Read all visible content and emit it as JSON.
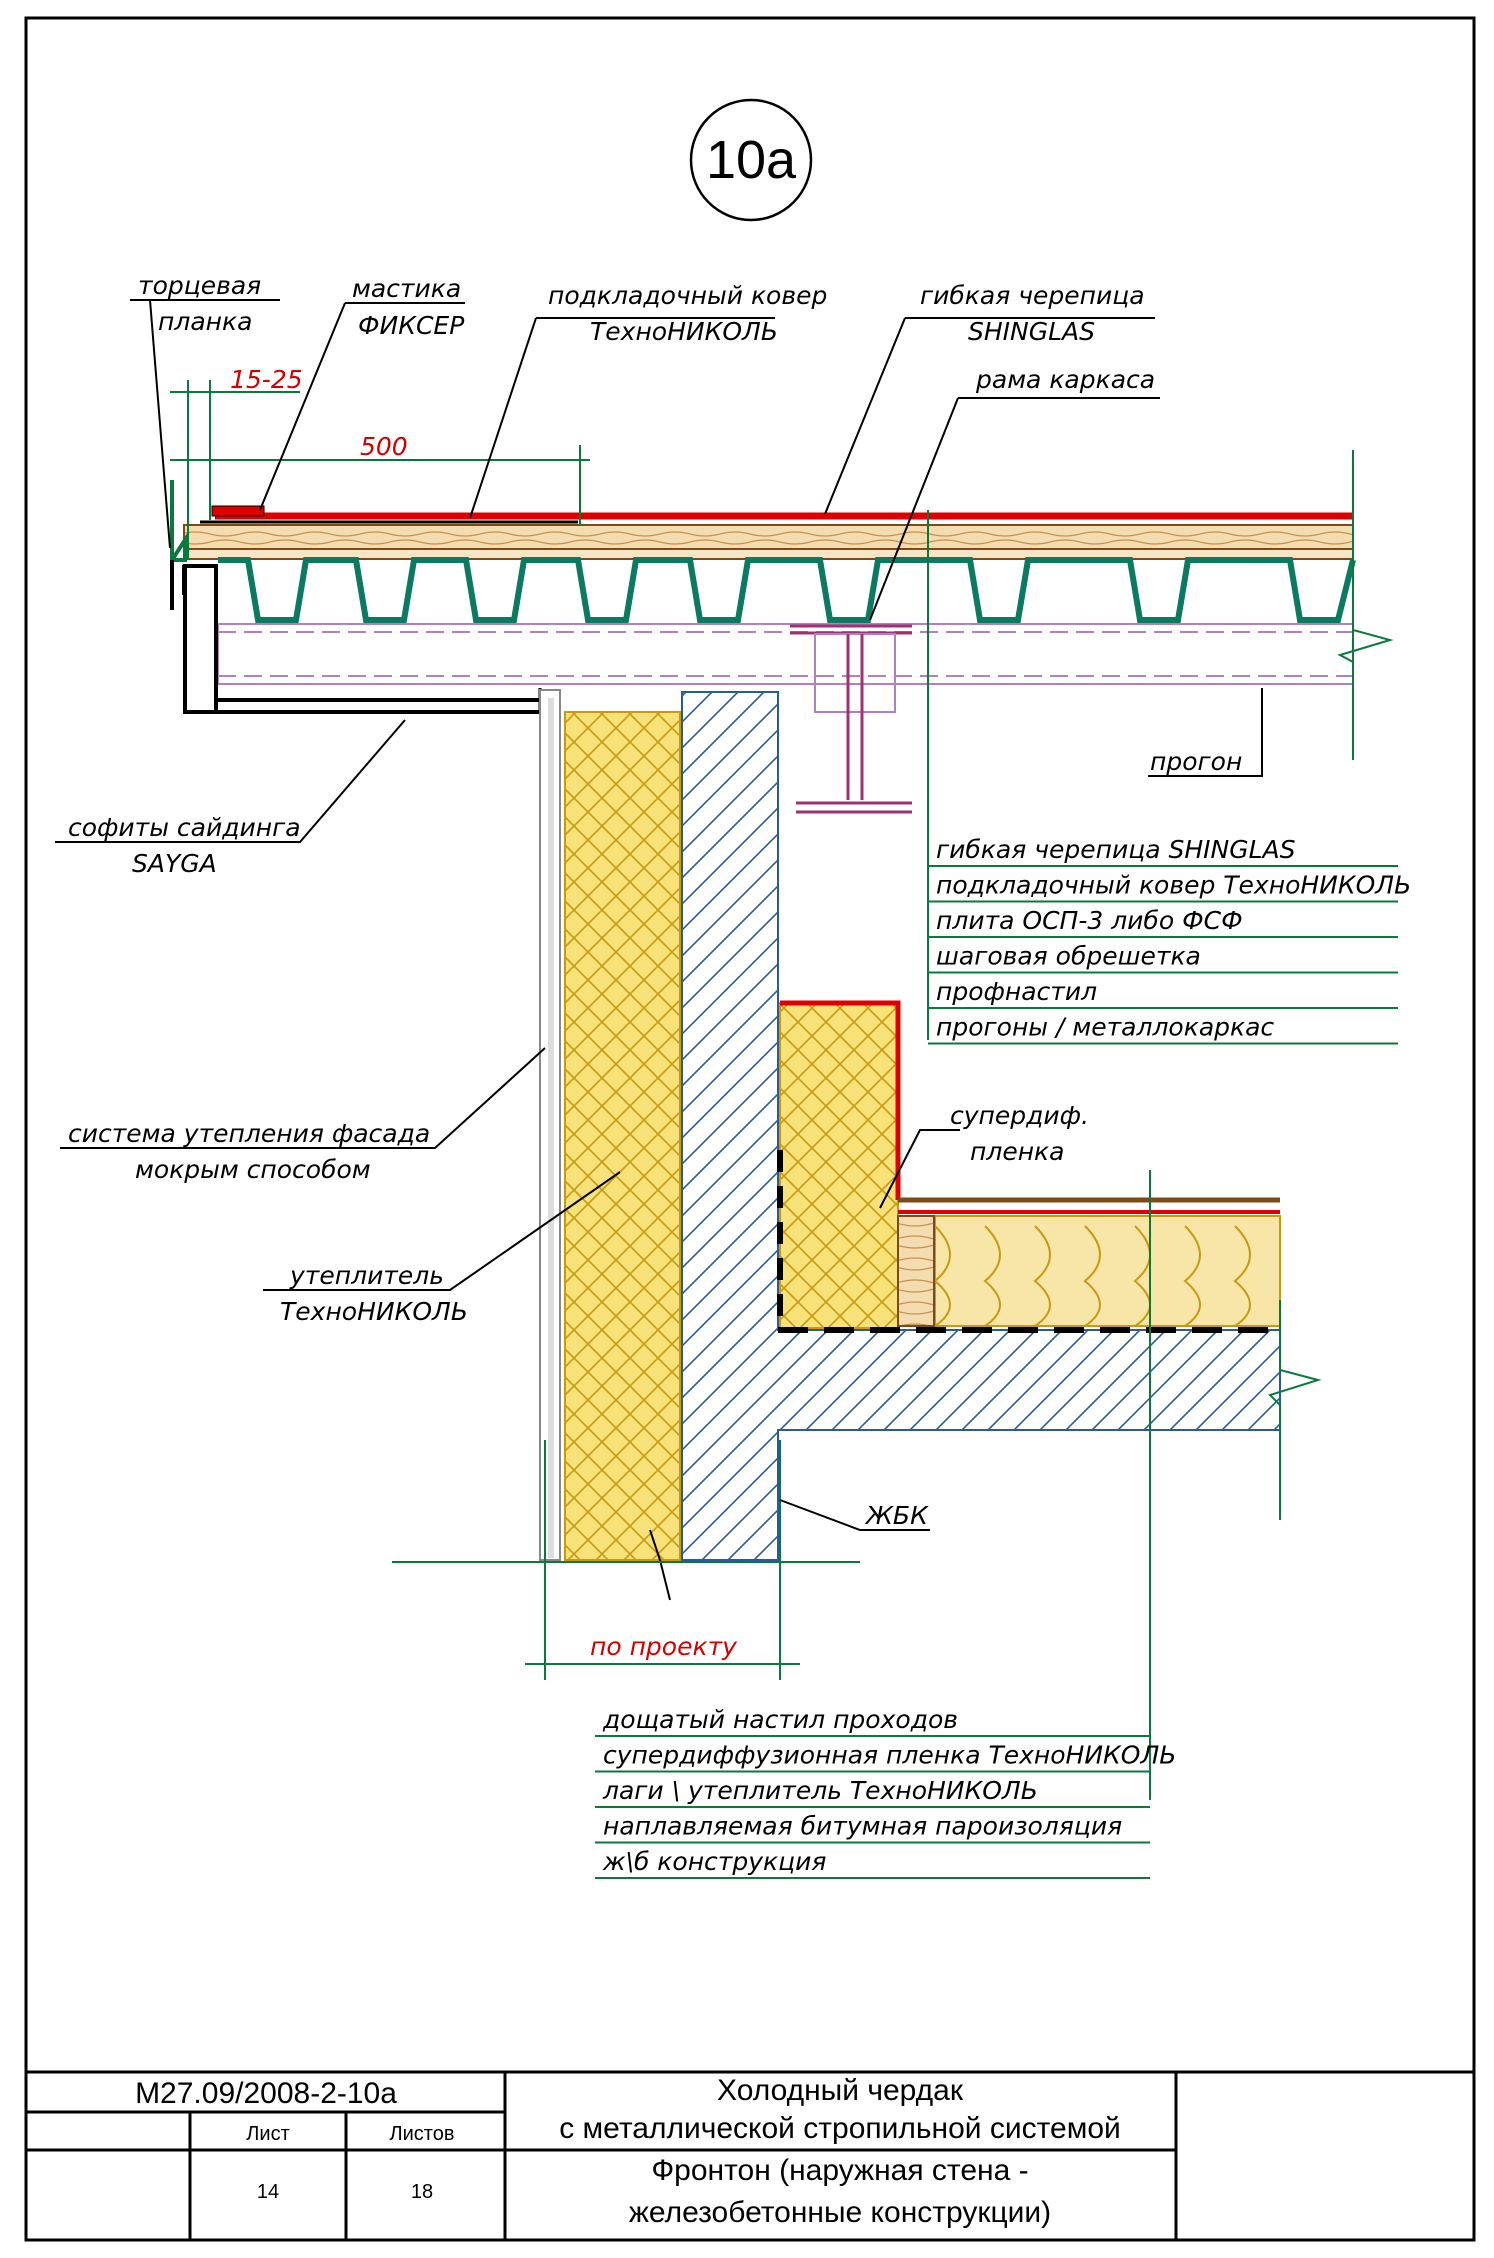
{
  "detail_number": "10a",
  "callouts": {
    "end_strip": [
      "торцевая",
      "планка"
    ],
    "mastic": [
      "мастика",
      "ФИКСЕР"
    ],
    "underlay": [
      "подкладочный ковер",
      "ТехноНИКОЛЬ"
    ],
    "shingles": [
      "гибкая черепица",
      "SHINGLAS"
    ],
    "frame": "рама каркаса",
    "purlin": "прогон",
    "soffit": [
      "софиты сайдинга",
      "SAYGA"
    ],
    "facade_system": [
      "система утепления фасада",
      "мокрым способом"
    ],
    "superdiff": [
      "супердиф.",
      "пленка"
    ],
    "insulation": [
      "утеплитель",
      "ТехноНИКОЛЬ"
    ],
    "concrete": "ЖБК"
  },
  "dimensions": {
    "overhang": "15-25",
    "underlay_width": "500",
    "thickness": "по проекту"
  },
  "roof_layers": [
    "гибкая черепица SHINGLAS",
    "подкладочный ковер ТехноНИКОЛЬ",
    "плита ОСП-3 либо ФСФ",
    "шаговая обрешетка",
    "профнастил",
    "прогоны / металлокаркас"
  ],
  "floor_layers": [
    "дощатый настил проходов",
    "супердиффузионная пленка ТехноНИКОЛЬ",
    "лаги \\ утеплитель ТехноНИКОЛЬ",
    "наплавляемая битумная пароизоляция",
    "ж\\б конструкция"
  ],
  "title_block": {
    "code": "М27.09/2008-2-10а",
    "sheet_label": "Лист",
    "sheets_label": "Листов",
    "sheet": "14",
    "sheets": "18",
    "title_line1": "Холодный чердак",
    "title_line2": "с металлической стропильной системой",
    "title_line3": "Фронтон (наружная стена -",
    "title_line4": "железобетонные конструкции)"
  },
  "colors": {
    "frame": "#000000",
    "leader": "#0a7a3c",
    "shingle": "#e00000",
    "timber": "#7a4a1a",
    "profile": "#0a7a60",
    "steel": "#a03070",
    "insulation": "#f5d040",
    "concrete": "#2a5a9a",
    "dimension_text": "#d40000"
  }
}
